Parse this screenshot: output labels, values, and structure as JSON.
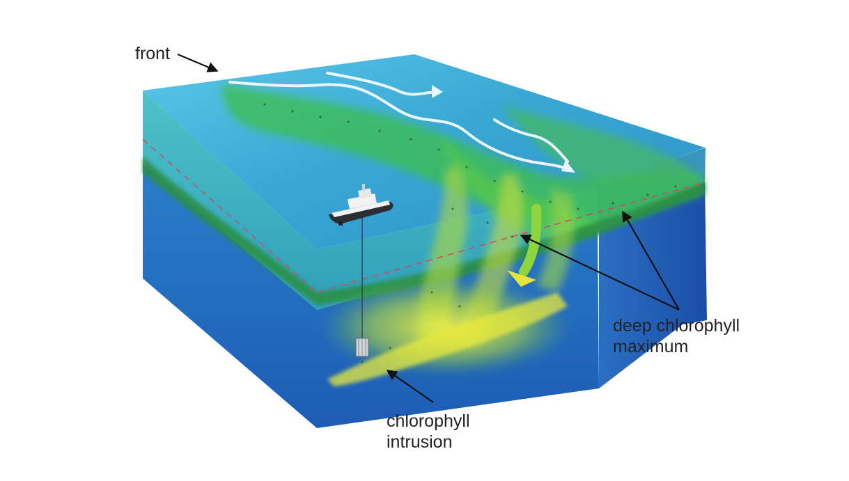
{
  "labels": {
    "front": "front",
    "dcm_line1": "deep chlorophyll",
    "dcm_line2": "maximum",
    "intrusion_line1": "chlorophyll",
    "intrusion_line2": "intrusion"
  },
  "colors": {
    "surface_water": "#3fb0d6",
    "deep_water": "#1f5fb8",
    "chlorophyll_green": "#3fbf4a",
    "intrusion_yellow": "#e6e63a",
    "dashed_line": "#d04a6a",
    "flow_arrow": "#eaf6ff",
    "text": "#222222"
  },
  "icons": [
    "ship-icon",
    "instrument-package-icon",
    "flow-arrow-icon"
  ]
}
